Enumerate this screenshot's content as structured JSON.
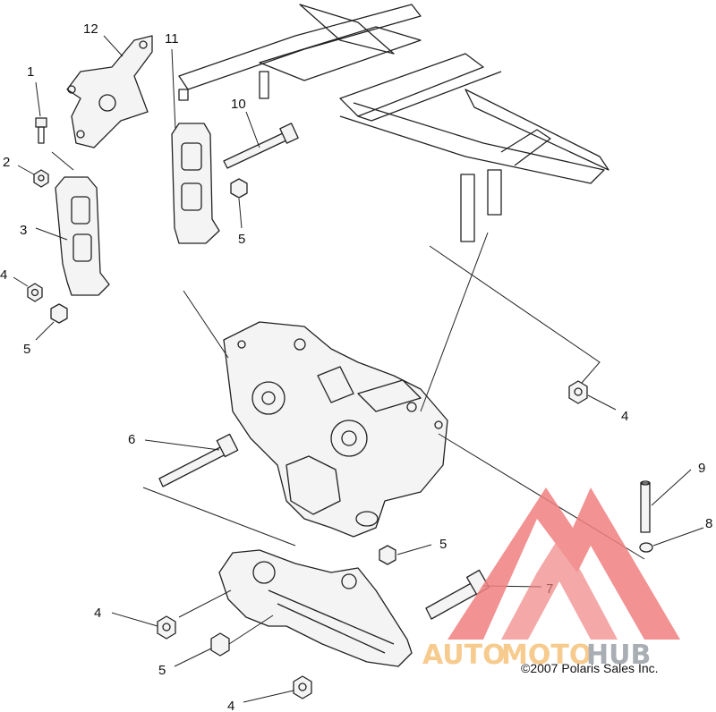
{
  "callouts": {
    "c1": "1",
    "c2": "2",
    "c3": "3",
    "c4a": "4",
    "c5a": "5",
    "c12": "12",
    "c11": "11",
    "c10": "10",
    "c5b": "5",
    "c6": "6",
    "c4b": "4",
    "c9": "9",
    "c8": "8",
    "c5c": "5",
    "c7": "7",
    "c4c": "4",
    "c5d": "5",
    "c4d": "4"
  },
  "copyright": "©2007 Polaris Sales Inc.",
  "watermark": {
    "part1": "AUTO",
    "part2": "MOTO",
    "part3": "HUB",
    "color_primary": "#f08080",
    "color_secondary": "#f5c27a",
    "color_tertiary": "#9aa0a6"
  }
}
